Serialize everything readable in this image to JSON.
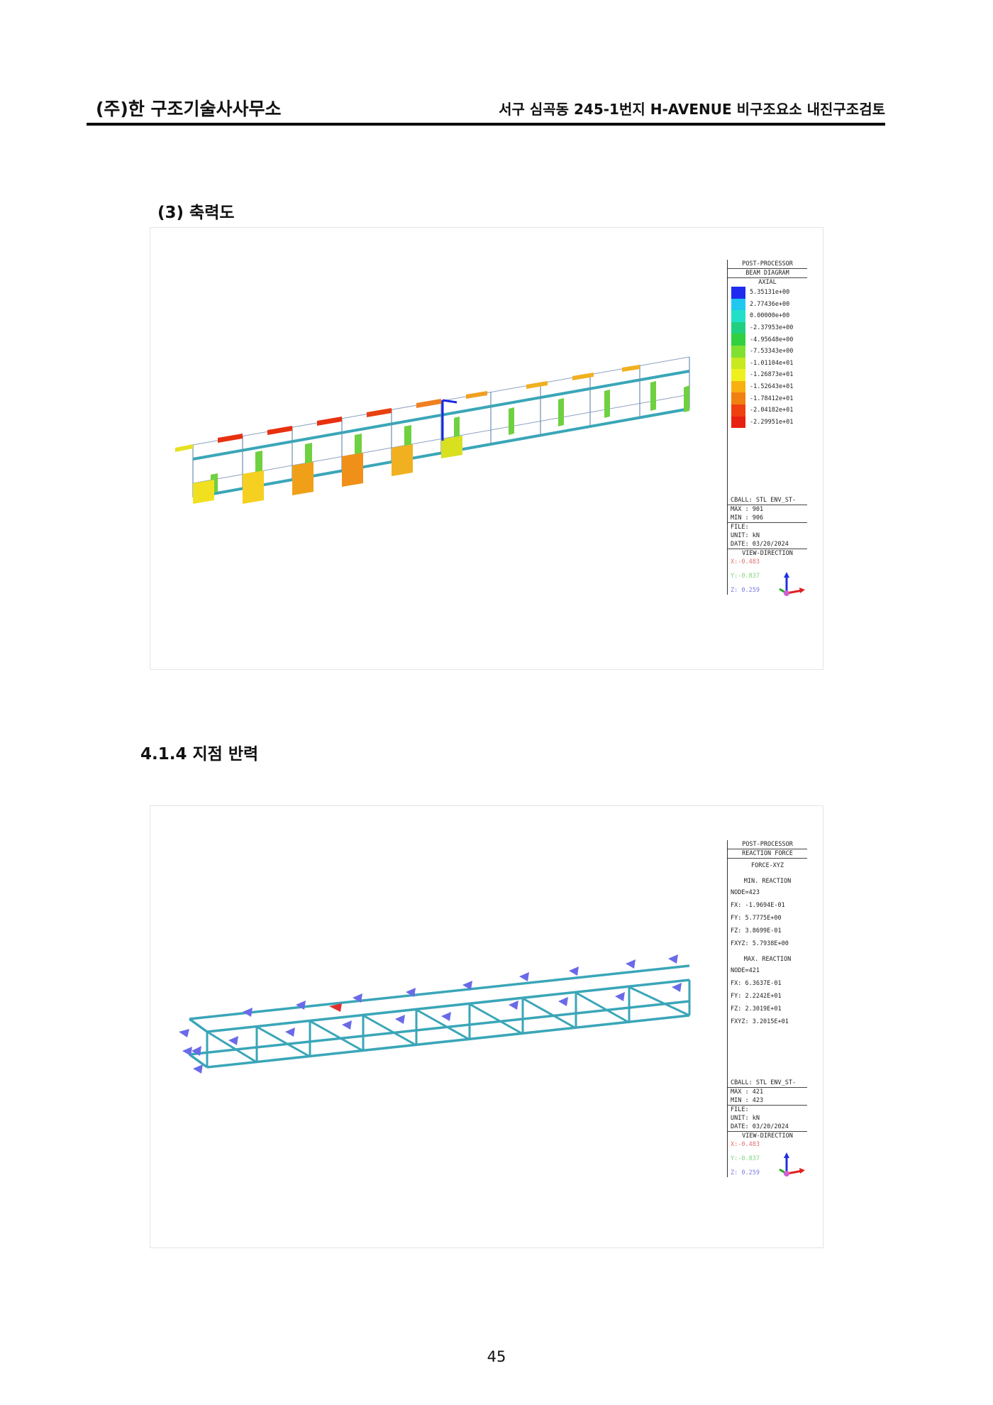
{
  "header": {
    "company": "(주)한 구조기술사사무소",
    "project": "서구 심곡동 245-1번지 H-AVENUE 비구조요소 내진구조검토"
  },
  "section1": {
    "title": "(3) 축력도",
    "legend": {
      "line1": "POST-PROCESSOR",
      "line2": "BEAM DIAGRAM",
      "line3": "AXIAL",
      "scale": [
        {
          "value": "5.35131e+00",
          "color": "#1f2cf0"
        },
        {
          "value": "2.77436e+00",
          "color": "#20c8f0"
        },
        {
          "value": "0.00000e+00",
          "color": "#22e0c8"
        },
        {
          "value": "-2.37953e+00",
          "color": "#20d080"
        },
        {
          "value": "-4.95648e+00",
          "color": "#30d040"
        },
        {
          "value": "-7.53343e+00",
          "color": "#80e030"
        },
        {
          "value": "-1.01104e+01",
          "color": "#c8e820"
        },
        {
          "value": "-1.26873e+01",
          "color": "#f0f020"
        },
        {
          "value": "-1.52643e+01",
          "color": "#f8b010"
        },
        {
          "value": "-1.78412e+01",
          "color": "#f08010"
        },
        {
          "value": "-2.04182e+01",
          "color": "#f04010"
        },
        {
          "value": "-2.29951e+01",
          "color": "#e82010"
        }
      ],
      "cball": "CBALL: STL ENV_ST-",
      "max": "MAX : 901",
      "min": "MIN : 906",
      "file": "FILE:",
      "unit": "UNIT: kN",
      "date": "DATE: 03/20/2024",
      "view": "VIEW-DIRECTION",
      "vx": "X:-0.483",
      "vy": "Y:-0.837",
      "vz": "Z: 0.259"
    }
  },
  "section2": {
    "title": "4.1.4 지점 반력",
    "legend": {
      "line1": "POST-PROCESSOR",
      "line2": "REACTION FORCE",
      "line3": "FORCE-XYZ",
      "min_title": "MIN. REACTION",
      "min_node": "NODE=423",
      "min_fx": "FX:  -1.9694E-01",
      "min_fy": "FY:   5.7775E+00",
      "min_fz": "FZ:   3.8699E-01",
      "min_fxyz": "FXYZ: 5.7938E+00",
      "max_title": "MAX. REACTION",
      "max_node": "NODE=421",
      "max_fx": "FX:   6.3637E-01",
      "max_fy": "FY:   2.2242E+01",
      "max_fz": "FZ:   2.3019E+01",
      "max_fxyz": "FXYZ: 3.2015E+01",
      "cball": "CBALL: STL ENV_ST-",
      "max": "MAX : 421",
      "min": "MIN : 423",
      "file": "FILE:",
      "unit": "UNIT: kN",
      "date": "DATE: 03/20/2024",
      "view": "VIEW-DIRECTION",
      "vx": "X:-0.483",
      "vy": "Y:-0.837",
      "vz": "Z: 0.259"
    }
  },
  "page_number": "45"
}
